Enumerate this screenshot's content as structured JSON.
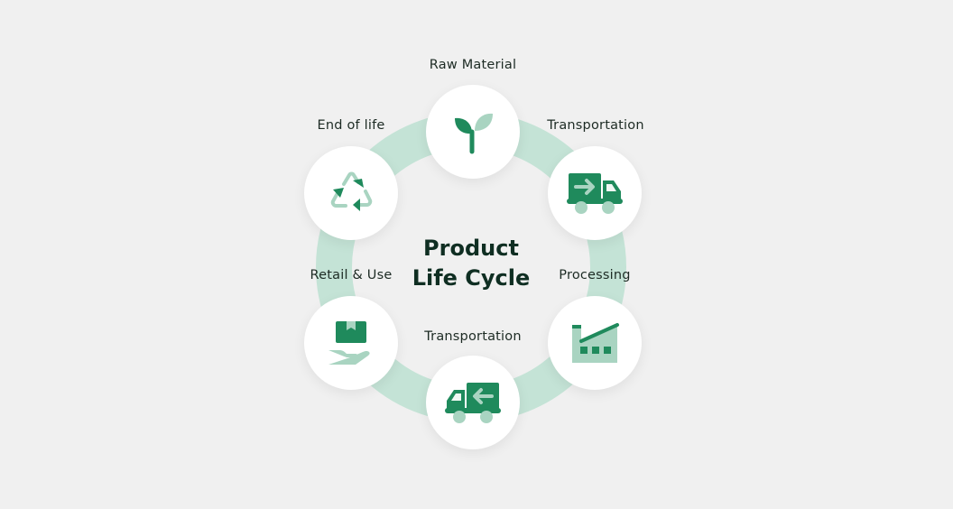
{
  "diagram": {
    "title_line1": "Product",
    "title_line2": "Life Cycle",
    "stages": [
      {
        "label": "Raw Material",
        "icon": "sprout-icon"
      },
      {
        "label": "Transportation",
        "icon": "delivery-truck-forward-icon"
      },
      {
        "label": "Processing",
        "icon": "factory-icon"
      },
      {
        "label": "Transportation",
        "icon": "delivery-truck-return-icon"
      },
      {
        "label": "Retail & Use",
        "icon": "hand-holding-box-icon"
      },
      {
        "label": "End of life",
        "icon": "recycle-icon"
      }
    ],
    "colors": {
      "background": "#f0f0f0",
      "ring": "#bfe0d2",
      "icon_dark": "#1f8a5c",
      "icon_light": "#a9d4c1",
      "text": "#1d2b24",
      "title": "#0f2e22"
    }
  }
}
